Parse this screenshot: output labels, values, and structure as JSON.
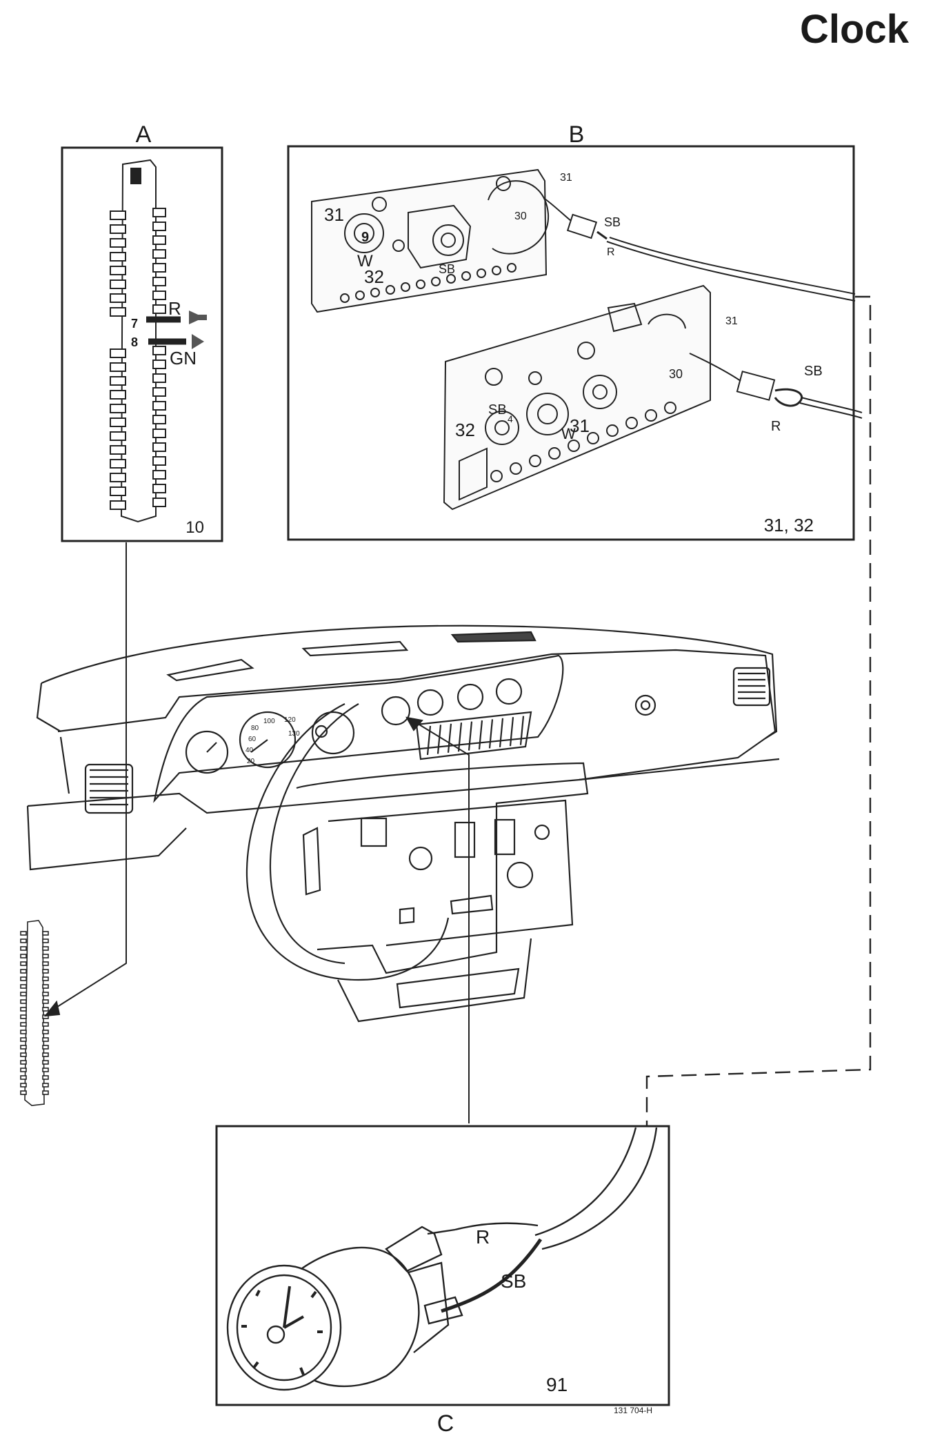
{
  "page": {
    "title": "Clock",
    "figure_code": "131 704-H"
  },
  "panels": {
    "A": {
      "letter": "A",
      "ref_number": "10",
      "terminal_7": "7",
      "terminal_8": "8",
      "wire_r": "R",
      "wire_gn": "GN"
    },
    "B": {
      "letter": "B",
      "ref_number": "31, 32",
      "upper_31_left": "31",
      "upper_9": "9",
      "upper_w": "W",
      "upper_32": "32",
      "upper_sb": "SB",
      "upper_31_top": "31",
      "upper_30": "30",
      "upper_conn_sb": "SB",
      "upper_conn_r": "R",
      "lower_31_top": "31",
      "lower_30": "30",
      "lower_conn_sb": "SB",
      "lower_conn_r": "R",
      "lower_sb": "SB",
      "lower_4": "4",
      "lower_32": "32",
      "lower_w": "W",
      "lower_31": "31"
    },
    "C": {
      "letter": "C",
      "ref_number": "91",
      "wire_r": "R",
      "wire_sb": "SB"
    }
  },
  "dashboard": {
    "speedo_ticks": [
      "100",
      "120",
      "80",
      "130",
      "60",
      "40",
      "20"
    ]
  }
}
